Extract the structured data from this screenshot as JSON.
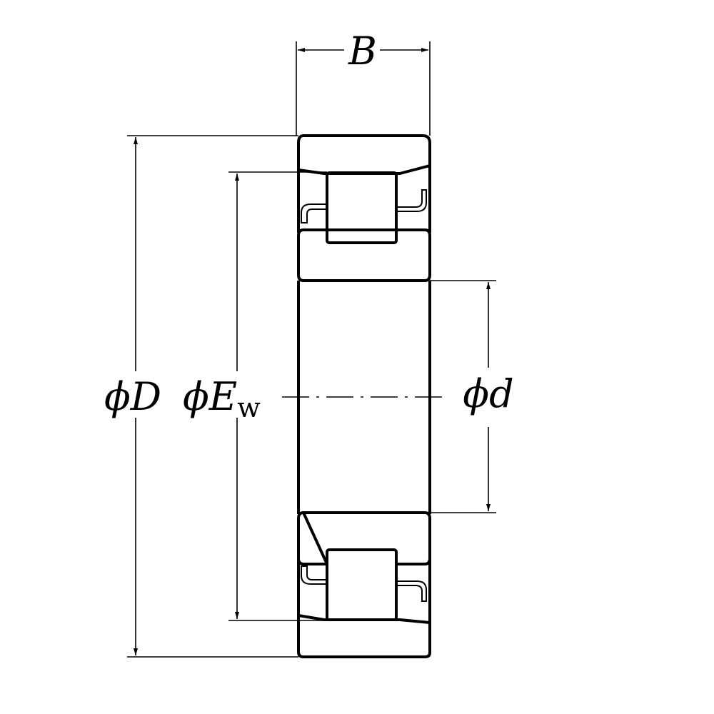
{
  "labels": {
    "width": "B",
    "outer_diameter": "ϕD",
    "roller_envelope_main": "ϕE",
    "roller_envelope_sub": "w",
    "bore_diameter": "ϕd"
  },
  "colors": {
    "line": "#000000",
    "background": "#ffffff"
  }
}
